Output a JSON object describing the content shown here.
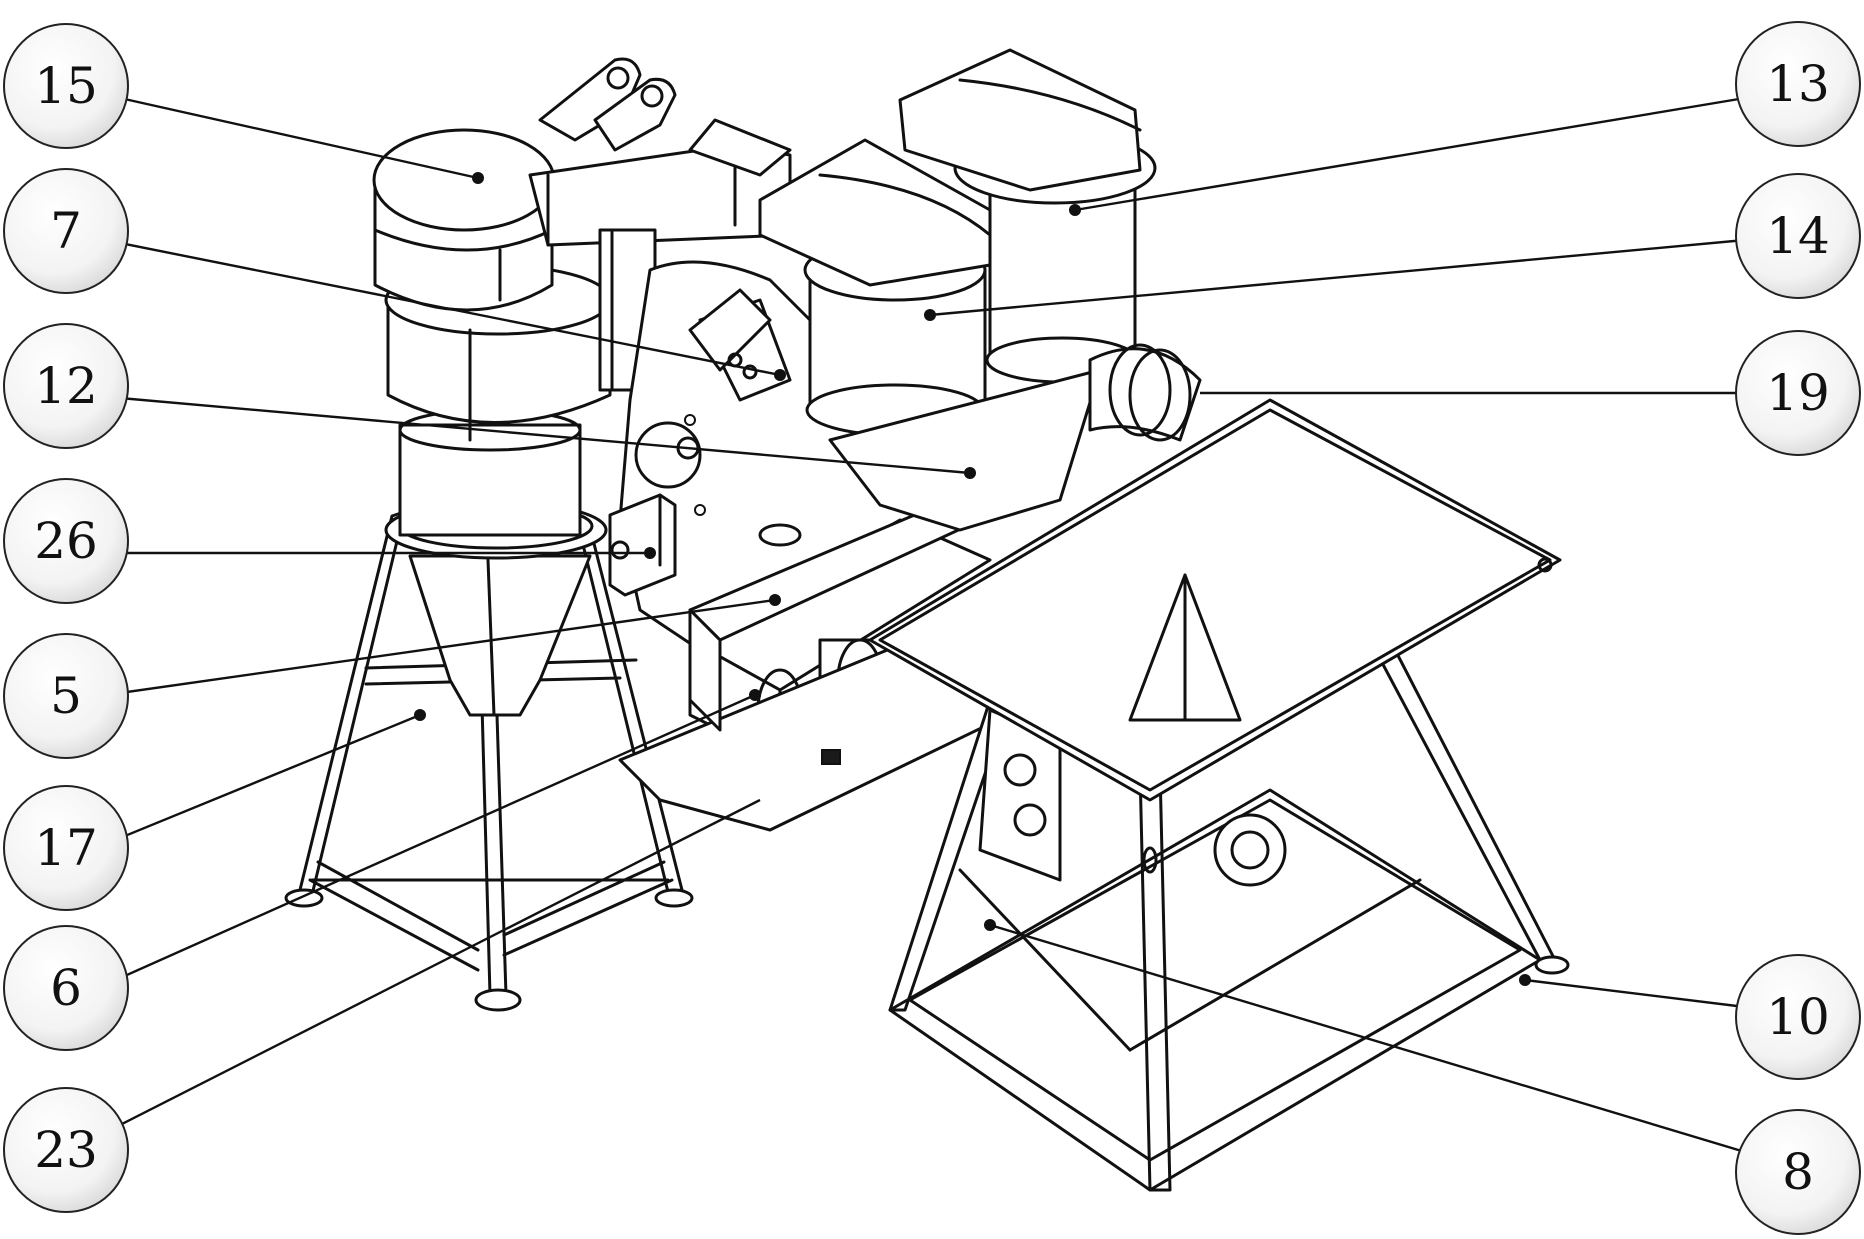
{
  "callouts": [
    {
      "id": "c15",
      "label": "15"
    },
    {
      "id": "c7",
      "label": "7"
    },
    {
      "id": "c12",
      "label": "12"
    },
    {
      "id": "c26",
      "label": "26"
    },
    {
      "id": "c5",
      "label": "5"
    },
    {
      "id": "c17",
      "label": "17"
    },
    {
      "id": "c6",
      "label": "6"
    },
    {
      "id": "c23",
      "label": "23"
    },
    {
      "id": "c13",
      "label": "13"
    },
    {
      "id": "c14",
      "label": "14"
    },
    {
      "id": "c19",
      "label": "19"
    },
    {
      "id": "c10",
      "label": "10"
    },
    {
      "id": "c8",
      "label": "8"
    }
  ]
}
